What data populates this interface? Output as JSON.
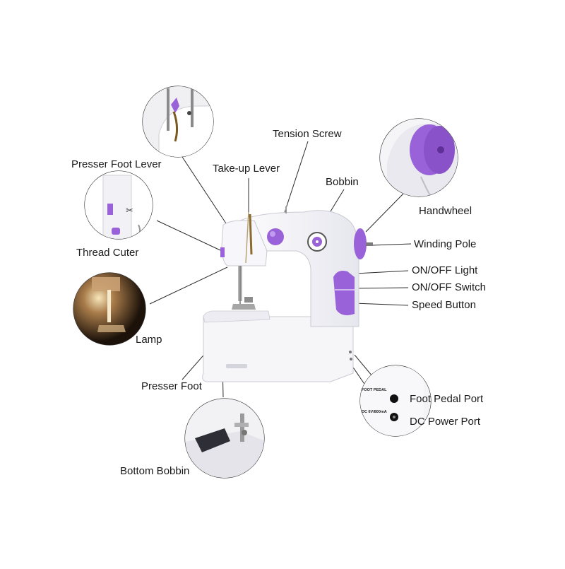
{
  "labels": {
    "presser_foot_lever": "Presser Foot Lever",
    "tension_screw": "Tension Screw",
    "take_up_lever": "Take-up Lever",
    "bobbin": "Bobbin",
    "handwheel": "Handwheel",
    "winding_pole": "Winding Pole",
    "thread_cuter": "Thread Cuter",
    "on_off_light": "ON/OFF Light",
    "on_off_switch": "ON/OFF Switch",
    "speed_button": "Speed Button",
    "lamp": "Lamp",
    "presser_foot": "Presser Foot",
    "foot_pedal_port": "Foot Pedal Port",
    "dc_power_port": "DC Power Port",
    "bottom_bobbin": "Bottom Bobbin"
  },
  "port_panel": {
    "foot_pedal_text": "FOOT PEDAL",
    "dc_text": "DC 6V/800mA"
  },
  "colors": {
    "accent_purple": "#9a62d8",
    "body_white": "#f4f4f8",
    "callout_line": "#2a2a2a"
  }
}
